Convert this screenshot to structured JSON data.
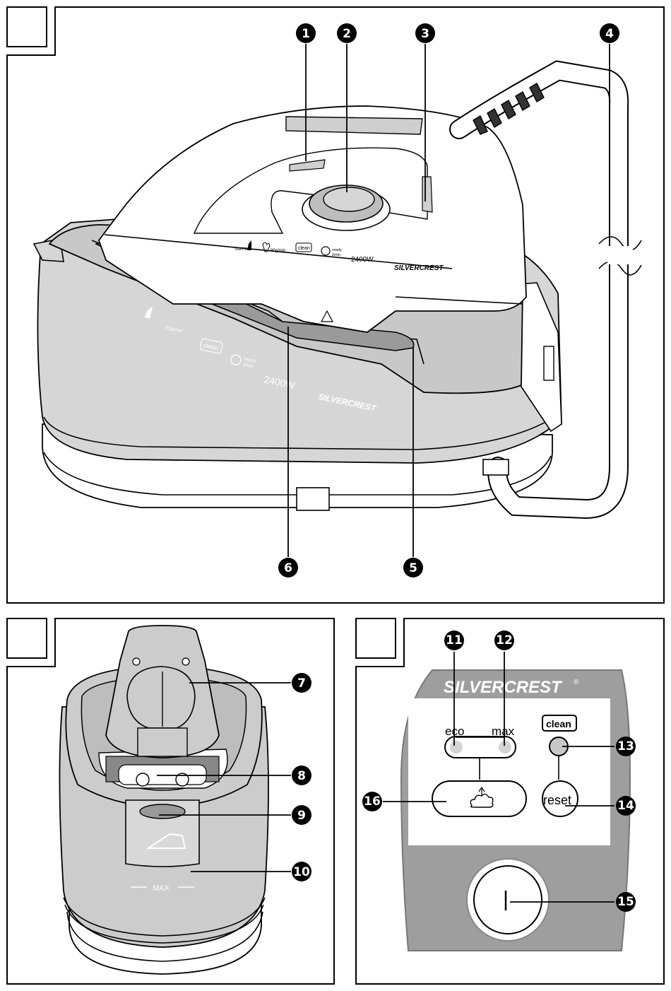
{
  "callouts": [
    {
      "id": "c1",
      "label": "1"
    },
    {
      "id": "c2",
      "label": "2"
    },
    {
      "id": "c3",
      "label": "3"
    },
    {
      "id": "c4",
      "label": "4"
    },
    {
      "id": "c5",
      "label": "5"
    },
    {
      "id": "c6",
      "label": "6"
    },
    {
      "id": "c7",
      "label": "7"
    },
    {
      "id": "c8",
      "label": "8"
    },
    {
      "id": "c9",
      "label": "9"
    },
    {
      "id": "c10",
      "label": "10"
    },
    {
      "id": "c11",
      "label": "11"
    },
    {
      "id": "c12",
      "label": "12"
    },
    {
      "id": "c13",
      "label": "13"
    },
    {
      "id": "c14",
      "label": "14"
    },
    {
      "id": "c15",
      "label": "15"
    },
    {
      "id": "c16",
      "label": "16"
    }
  ],
  "iron": {
    "steam_rate": "90g/min",
    "clean": "clean",
    "ready": "ready",
    "ready_time": "2min",
    "power": "2400W",
    "vertical": "VERTICAL",
    "brand": "SILVERCREST"
  },
  "station": {
    "steam_rate": "90g/min",
    "clean": "clean",
    "ready": "ready",
    "ready_time": "2min",
    "power": "2400W",
    "brand": "SILVERCREST"
  },
  "tank": {
    "max_label": "MAX"
  },
  "panel": {
    "brand": "SILVERCREST",
    "reg": "®",
    "eco": "eco",
    "max": "max",
    "clean": "clean",
    "reset": "reset"
  }
}
